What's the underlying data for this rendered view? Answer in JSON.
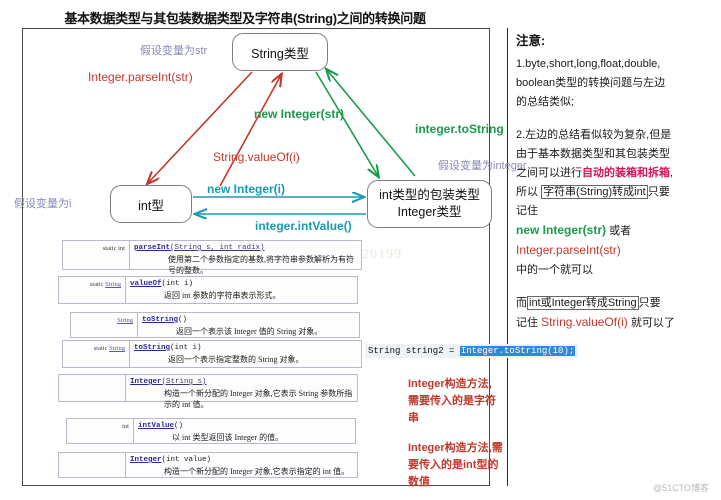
{
  "title": "基本数据类型与其包装数据类型及字符串(String)之间的转换问题",
  "nodes": {
    "string": "String类型",
    "int": "int型",
    "integer_line1": "int类型的包装类型",
    "integer_line2": "Integer类型"
  },
  "edge_labels": {
    "parse_int": "Integer.parseInt(str)",
    "value_of": "String.valueOf(i)",
    "new_integer_str": "new Integer(str)",
    "integer_to_string": "integer.toString",
    "new_integer_i": "new Integer(i)",
    "integer_int_value": "integer.intValue()"
  },
  "variable_labels": {
    "str": "假设变量为str",
    "i": "假设变量为i",
    "integer": "假设变量为integer"
  },
  "notes": {
    "heading": "注意:",
    "item1_line1": "1.byte,short,long,float,double,",
    "item1_line2": "boolean类型的转换问题与左边",
    "item1_line3": "的总结类似;",
    "item2_line1": "2.左边的总结看似较为复杂,但是",
    "item2_line2": "由于基本数据类型和其包装类型",
    "item2_line3_a": "之间可以进行",
    "item2_line3_b": "自动的装箱和拆箱",
    "item2_line3_c": ",",
    "item2_line4_a": "所以 ",
    "item2_line4_b": "字符串(String)转成int",
    "item2_line4_c": "只要",
    "item2_line5": "记住",
    "code_green": "new Integer(str)",
    "code_or": " 或者",
    "code_red": "Integer.parseInt(str)",
    "item2_line8": "中的一个就可以",
    "item3_line1_a": "而",
    "item3_line1_b": "int或Integer转成String",
    "item3_line1_c": "只要",
    "item3_line2_a": "记住 ",
    "item3_line2_b": "String.valueOf(i)",
    "item3_line2_c": " 就可以了"
  },
  "docs": [
    {
      "name": "doc-parseint",
      "return_mod": "static int",
      "return_type": "",
      "method": "parseInt",
      "args": "(String s, int radix)",
      "desc": "使用第二个参数指定的基数,将字符串参数解析为有符号的整数。"
    },
    {
      "name": "doc-valueof",
      "return_mod": "static",
      "return_type": "String",
      "method": "valueOf",
      "args": "(int i)",
      "desc": "返回 int 参数的字符串表示形式。"
    },
    {
      "name": "doc-tostring1",
      "return_mod": "",
      "return_type": "String",
      "method": "toString",
      "args": "()",
      "desc": "返回一个表示该 Integer 值的 String 对象。"
    },
    {
      "name": "doc-tostring2",
      "return_mod": "static",
      "return_type": "String",
      "method": "toString",
      "args": "(int i)",
      "desc": "返回一个表示指定整数的 String 对象。"
    },
    {
      "name": "doc-ctor-str",
      "return_mod": "",
      "return_type": "",
      "method": "Integer",
      "args": "(String s)",
      "desc": "构造一个新分配的 Integer 对象,它表示 String 参数所指示的 int 值。"
    },
    {
      "name": "doc-intvalue",
      "return_mod": "int",
      "return_type": "",
      "method": "intValue",
      "args": "()",
      "desc": "以 int 类型返回该 Integer 的值。"
    },
    {
      "name": "doc-ctor-int",
      "return_mod": "",
      "return_type": "",
      "method": "Integer",
      "args": "(int value)",
      "desc": "构造一个新分配的 Integer 对象,它表示指定的 int 值。"
    }
  ],
  "code_snippet": {
    "prefix": "String string2 = ",
    "selected": "Integer.toString(10);"
  },
  "red_notes": {
    "note1": "Integer构造方法,需要传入的是字符串",
    "note2": "Integer构造方法,需要传入的是int型的数值"
  },
  "watermarks": {
    "number": "272420199",
    "bottom": "@51CTO博客"
  },
  "colors": {
    "red": "#c0392b",
    "green": "#1a9a4b",
    "cyan": "#1a9ab0",
    "gray_label": "#8a8ab5",
    "magenta": "#d4145a"
  }
}
